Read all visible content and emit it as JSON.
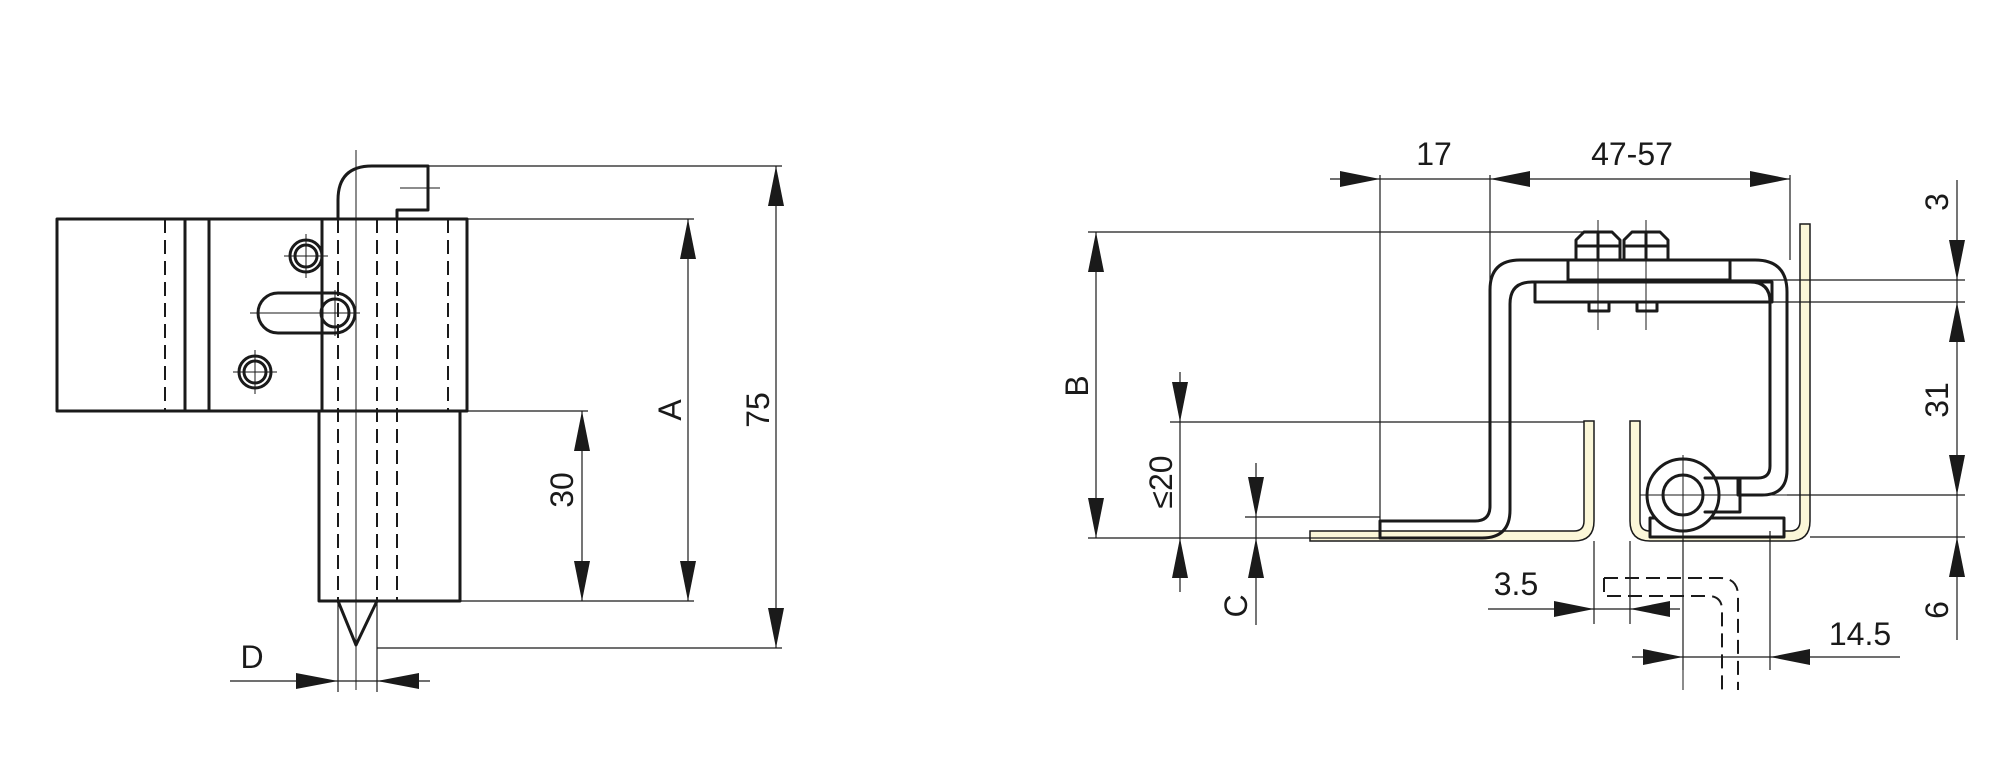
{
  "labels": {
    "A": "A",
    "B": "B",
    "C": "C",
    "D": "D",
    "dim_75": "75",
    "dim_30": "30",
    "dim_17": "17",
    "dim_47_57": "47-57",
    "dim_3": "3",
    "dim_31": "31",
    "dim_le20": "≤20",
    "dim_3_5": "3.5",
    "dim_6": "6",
    "dim_14_5": "14.5"
  },
  "colors": {
    "line": "#1a1a1a",
    "panel_fill": "#fbf7d8",
    "background": "#ffffff"
  }
}
